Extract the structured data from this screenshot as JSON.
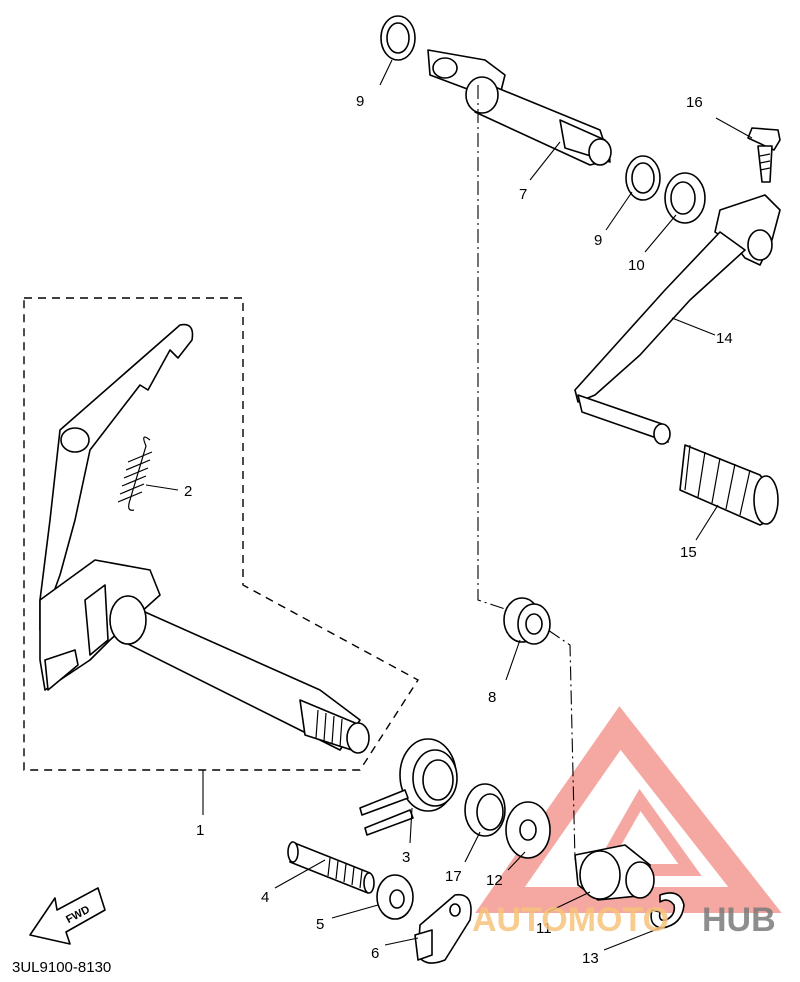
{
  "diagram": {
    "part_labels": {
      "p1": "1",
      "p2": "2",
      "p3": "3",
      "p4": "4",
      "p5": "5",
      "p6": "6",
      "p7": "7",
      "p8": "8",
      "p9a": "9",
      "p9b": "9",
      "p10": "10",
      "p11": "11",
      "p12": "12",
      "p13": "13",
      "p14": "14",
      "p15": "15",
      "p16": "16",
      "p17": "17"
    },
    "diagram_code": "3UL9100-8130",
    "direction_arrow_label": "FWD"
  },
  "watermark": {
    "brand_part1": "AUTOMOTO",
    "brand_part2": "HUB",
    "colors": {
      "auto": "#f6c37a",
      "hub": "#7a7a7a",
      "triangle": "#f28b82"
    }
  }
}
